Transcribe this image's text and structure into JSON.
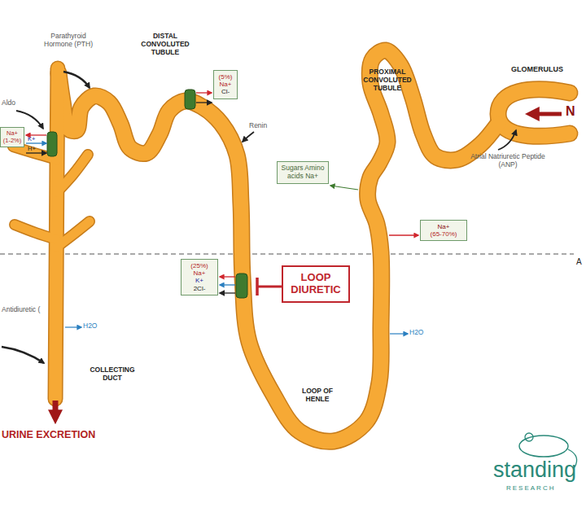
{
  "diagram": {
    "nodes": [
      {
        "text": [
          "Na+",
          "(1-2%)"
        ]
      },
      {
        "text": [
          "(5%)",
          "Na+",
          "Cl-"
        ]
      },
      {
        "text": [
          "Sugars Amino acids Na+"
        ]
      },
      {
        "text": [
          "Na+",
          "(65-70%)"
        ]
      },
      {
        "text": [
          "(25%)",
          "Na+",
          "K+",
          "2Cl-"
        ]
      },
      {
        "text": [
          "LOOP DIURETIC"
        ]
      }
    ],
    "labels": [
      "Parathyroid Hormone (PTH)",
      "DISTAL CONVOLUTED TUBULE",
      "GLOMERULUS",
      "PROXIMAL CONVOLUTED TUBULE",
      "N",
      "Aldo",
      "K+",
      "H+",
      "Renin",
      "Atrial Natriuretic Peptide (ANP)",
      "A",
      "Antidiuretic (",
      "H2O",
      "H2O",
      "COLLECTING DUCT",
      "LOOP OF HENLE",
      "URINE EXCRETION",
      "standing",
      "RESEARCH"
    ]
  }
}
